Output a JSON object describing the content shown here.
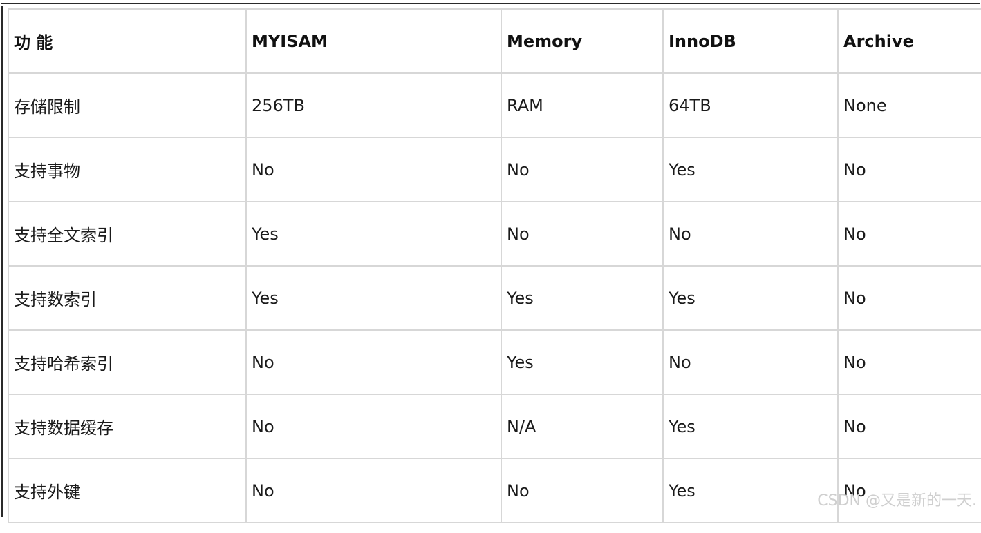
{
  "table": {
    "headers": [
      "功 能",
      "MYISAM",
      "Memory",
      "InnoDB",
      "Archive"
    ],
    "rows": [
      [
        "存储限制",
        "256TB",
        "RAM",
        "64TB",
        "None"
      ],
      [
        "支持事物",
        "No",
        "No",
        "Yes",
        "No"
      ],
      [
        "支持全文索引",
        "Yes",
        "No",
        "No",
        "No"
      ],
      [
        "支持数索引",
        "Yes",
        "Yes",
        "Yes",
        "No"
      ],
      [
        "支持哈希索引",
        "No",
        "Yes",
        "No",
        "No"
      ],
      [
        "支持数据缓存",
        "No",
        "N/A",
        "Yes",
        "No"
      ],
      [
        "支持外键",
        "No",
        "No",
        "Yes",
        "No"
      ]
    ]
  },
  "watermark": "CSDN @又是新的一天.",
  "colors": {
    "border": "#d7d7d7",
    "text": "#111111",
    "watermark": "#cfcfcf"
  }
}
